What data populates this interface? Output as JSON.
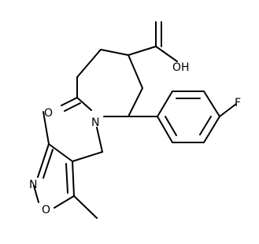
{
  "atoms": {
    "oh": "OH",
    "carbonyl_o": "O",
    "ring_n": "N",
    "fluorine": "F",
    "isoxazole_n": "N",
    "isoxazole_o": "O"
  }
}
